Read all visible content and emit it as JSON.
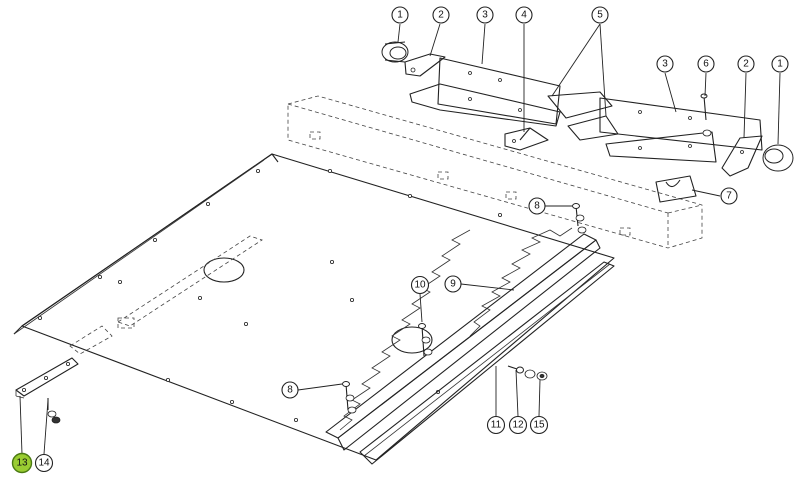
{
  "callouts": [
    {
      "id": "c1a",
      "label": "1",
      "highlight": false
    },
    {
      "id": "c2a",
      "label": "2",
      "highlight": false
    },
    {
      "id": "c3a",
      "label": "3",
      "highlight": false
    },
    {
      "id": "c4",
      "label": "4",
      "highlight": false
    },
    {
      "id": "c5",
      "label": "5",
      "highlight": false
    },
    {
      "id": "c3b",
      "label": "3",
      "highlight": false
    },
    {
      "id": "c6",
      "label": "6",
      "highlight": false
    },
    {
      "id": "c2b",
      "label": "2",
      "highlight": false
    },
    {
      "id": "c1b",
      "label": "1",
      "highlight": false
    },
    {
      "id": "c7",
      "label": "7",
      "highlight": false
    },
    {
      "id": "c8a",
      "label": "8",
      "highlight": false
    },
    {
      "id": "c9",
      "label": "9",
      "highlight": false
    },
    {
      "id": "c10",
      "label": "10",
      "highlight": false
    },
    {
      "id": "c8b",
      "label": "8",
      "highlight": false
    },
    {
      "id": "c11",
      "label": "11",
      "highlight": false
    },
    {
      "id": "c12",
      "label": "12",
      "highlight": false
    },
    {
      "id": "c15",
      "label": "15",
      "highlight": false
    },
    {
      "id": "c13",
      "label": "13",
      "highlight": true
    },
    {
      "id": "c14",
      "label": "14",
      "highlight": false
    }
  ],
  "colors": {
    "highlight": "#9acd32",
    "line": "#222222"
  }
}
